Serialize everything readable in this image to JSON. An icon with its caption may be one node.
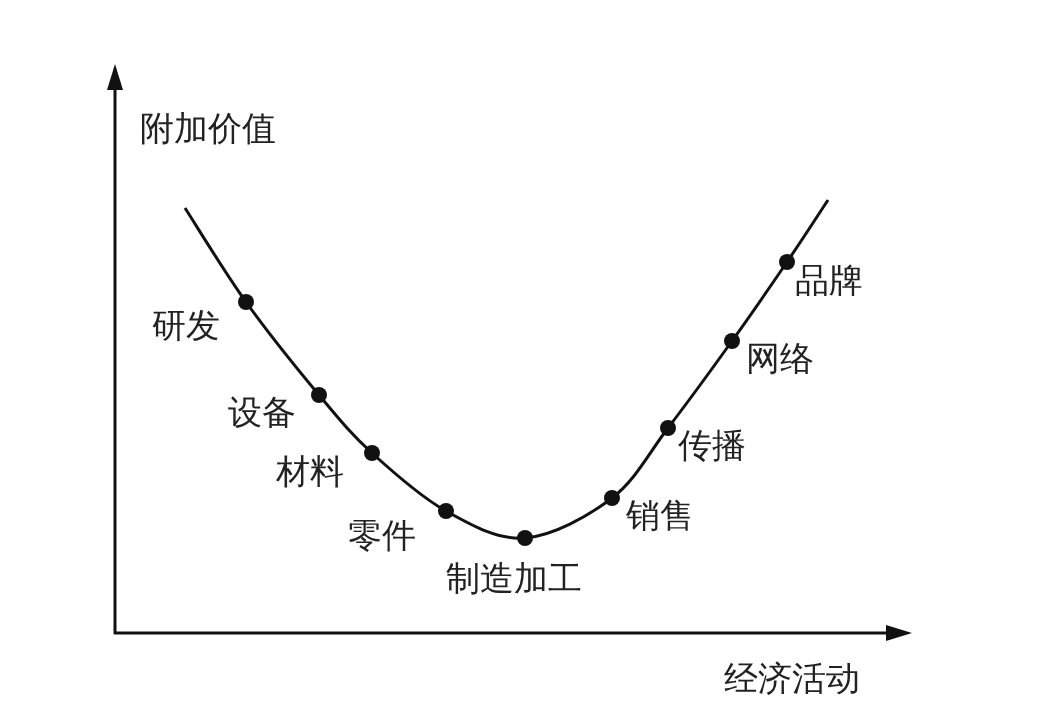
{
  "diagram": {
    "labels": [
      "附加价值",
      "研发",
      "设备",
      "材料",
      "零件",
      "制造加工",
      "销售",
      "传播",
      "网络",
      "品牌",
      "经济活动"
    ]
  }
}
